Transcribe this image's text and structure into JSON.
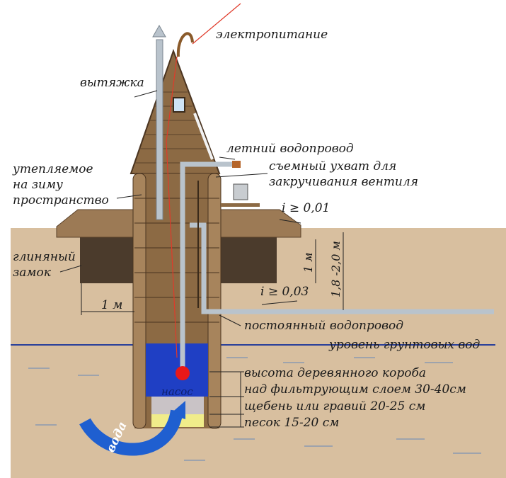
{
  "labels": {
    "power": "электропитание",
    "vent": "вытяжка",
    "summer_pipe": "летний водопровод",
    "grip_1": "съемный ухват для",
    "grip_2": "закручивания вентиля",
    "insulated_1": "утепляемое",
    "insulated_2": "на зиму",
    "insulated_3": "пространство",
    "slope_top": "i ≥ 0,01",
    "clay_1": "глиняный",
    "clay_2": "замок",
    "dim_1m_vertical": "1 м",
    "dim_depth": "1,8 -2,0 м",
    "slope_bottom": "i ≥ 0,03",
    "dim_1m_horizontal": "1 м",
    "permanent_pipe": "постоянный водопровод",
    "groundwater": "уровень грунтовых вод",
    "box_1": "высота деревянного короба",
    "box_2": "над фильтрующим  слоем 30-40см",
    "gravel": "щебень или гравий 20-25 см",
    "sand": "песок 15-20 см",
    "pump": "насос",
    "water": "вода"
  },
  "colors": {
    "soil": "#d8bf9f",
    "clay": "#4b3b2c",
    "wood": "#8c6a44",
    "water": "#1f3fc4",
    "pipe": "#b9c3cc",
    "wire": "#e03a2a"
  }
}
